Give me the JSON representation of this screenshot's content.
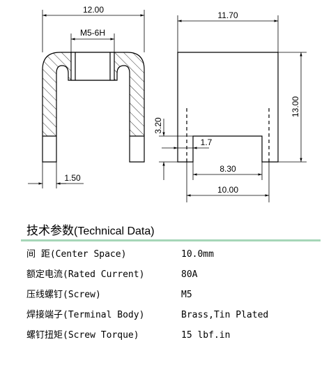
{
  "drawing": {
    "front_view": {
      "overall_width": "12.00",
      "thread": "M5-6H",
      "leg_width": "1.50"
    },
    "side_view": {
      "overall_width": "11.70",
      "height": "13.00",
      "slot_depth": "3.20",
      "slot_step": "1.7",
      "slot_width": "8.30",
      "base_width": "10.00"
    }
  },
  "spec": {
    "title_cn": "技术参数",
    "title_en": "(Technical Data)",
    "rows": [
      {
        "label": "间    距(Center Space)",
        "value": "10.0mm"
      },
      {
        "label": "额定电流(Rated Current)",
        "value": " 80A"
      },
      {
        "label": "压线螺钉(Screw)",
        "value": "M5"
      },
      {
        "label": "焊接端子(Terminal Body)",
        "value": "Brass,Tin Plated"
      },
      {
        "label": "螺钉扭矩(Screw Torque)",
        "value": " 15 lbf.in"
      }
    ]
  },
  "colors": {
    "rule": "#a6d6b8",
    "line": "#000000"
  }
}
